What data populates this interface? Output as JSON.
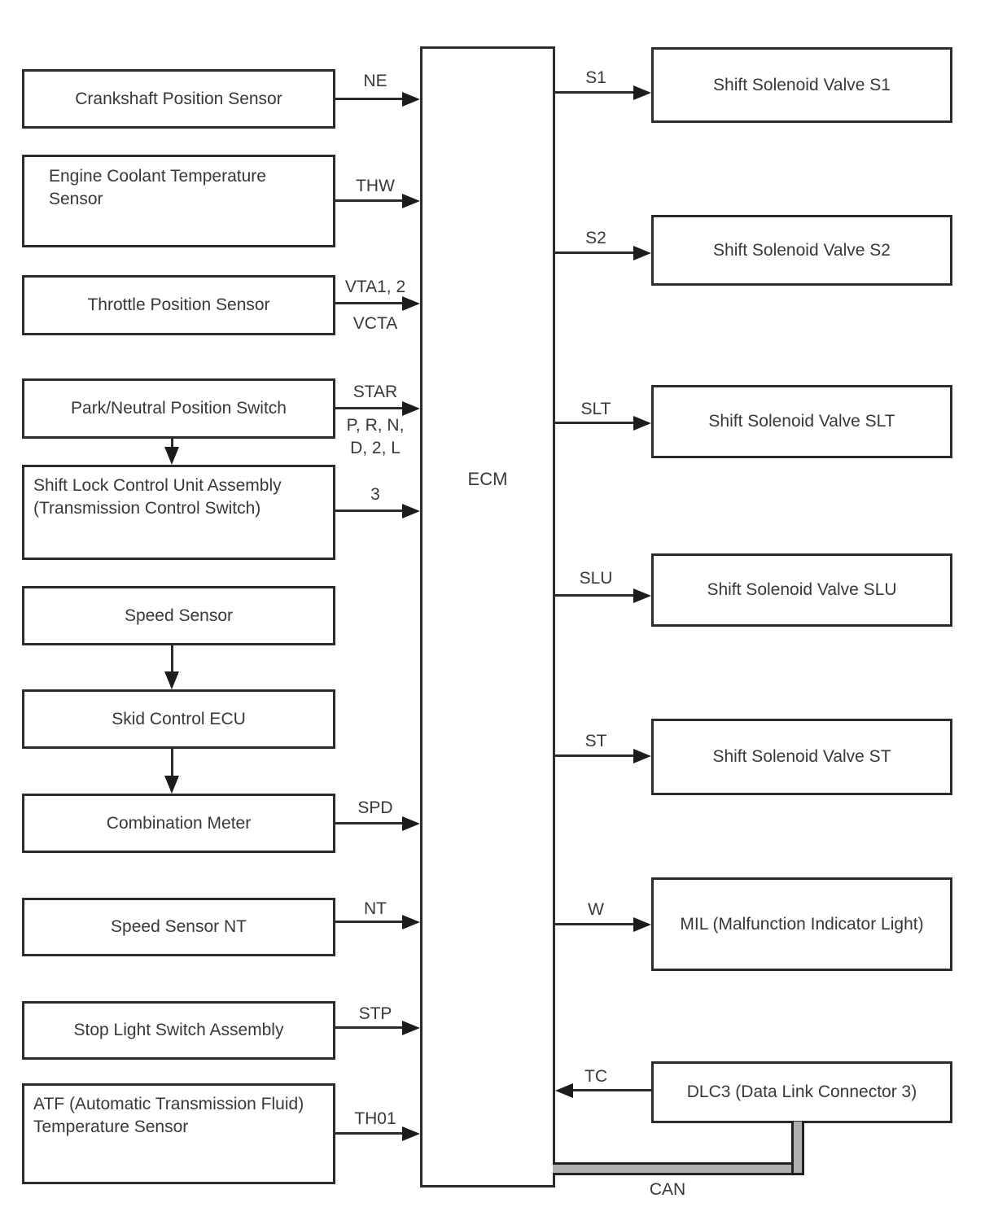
{
  "diagram": {
    "title_hint": "ECM automatic transmission system wiring block diagram",
    "colors": {
      "ink": "#2c2c2c",
      "text": "#383838",
      "bus_fill": "#b0b0b0",
      "background": "#ffffff"
    },
    "ecm": {
      "label": "ECM"
    },
    "left_boxes": [
      {
        "lines": [
          "Crankshaft Position Sensor"
        ]
      },
      {
        "lines": [
          "Engine Coolant Temperature",
          "Sensor"
        ]
      },
      {
        "lines": [
          "Throttle Position Sensor"
        ]
      },
      {
        "lines": [
          "Park/Neutral Position Switch"
        ]
      },
      {
        "lines": [
          "Shift Lock Control Unit Assembly",
          "(Transmission Control Switch)"
        ]
      },
      {
        "lines": [
          "Speed Sensor"
        ]
      },
      {
        "lines": [
          "Skid Control ECU"
        ]
      },
      {
        "lines": [
          "Combination Meter"
        ]
      },
      {
        "lines": [
          "Speed Sensor NT"
        ]
      },
      {
        "lines": [
          "Stop Light Switch Assembly"
        ]
      },
      {
        "lines": [
          "ATF (Automatic Transmission Fluid)",
          "Temperature Sensor"
        ]
      }
    ],
    "right_boxes": [
      {
        "label": "Shift Solenoid Valve S1"
      },
      {
        "label": "Shift Solenoid Valve S2"
      },
      {
        "label": "Shift Solenoid Valve SLT"
      },
      {
        "label": "Shift Solenoid Valve SLU"
      },
      {
        "label": "Shift Solenoid Valve ST"
      },
      {
        "label": "MIL (Malfunction Indicator Light)"
      },
      {
        "label": "DLC3 (Data Link Connector 3)"
      }
    ],
    "input_signals": {
      "ne": "NE",
      "thw": "THW",
      "vta": "VTA1, 2",
      "vcta": "VCTA",
      "star": "STAR",
      "prn": "P, R, N,",
      "d2l": "D, 2, L",
      "three": "3",
      "spd": "SPD",
      "nt": "NT",
      "stp": "STP",
      "th01": "TH01"
    },
    "output_signals": {
      "s1": "S1",
      "s2": "S2",
      "slt": "SLT",
      "slu": "SLU",
      "st": "ST",
      "w": "W",
      "tc": "TC"
    },
    "bus": {
      "can": "CAN"
    }
  }
}
